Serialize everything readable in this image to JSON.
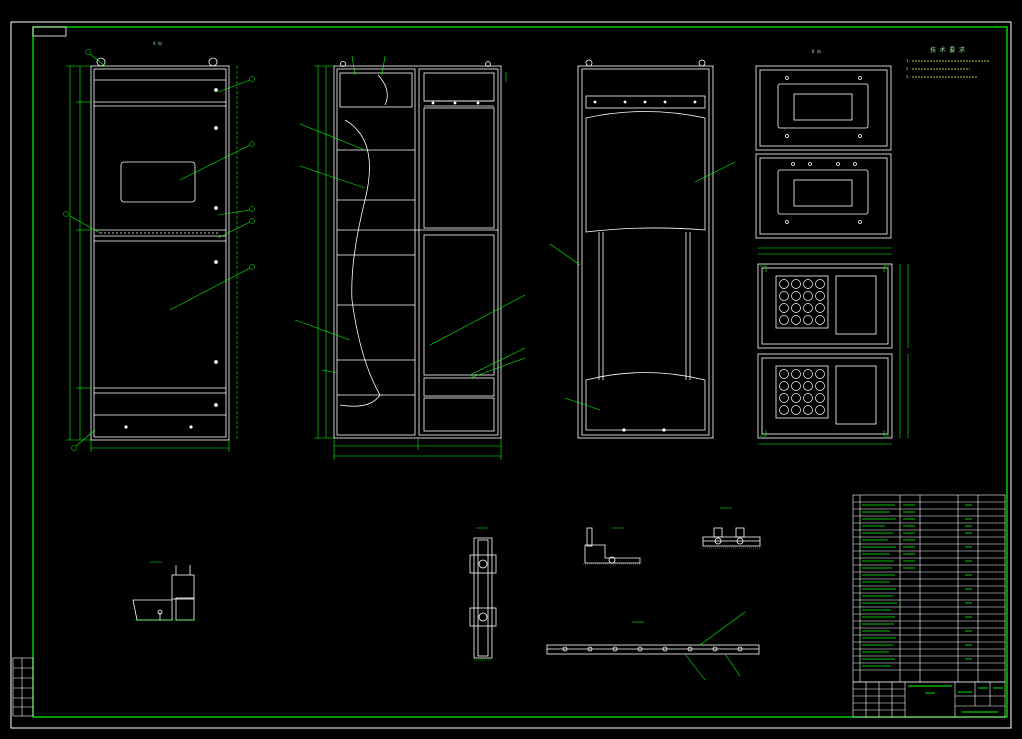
{
  "drawing": {
    "colors": {
      "background": "#000000",
      "frame": "#ffffff",
      "border": "#00ff00",
      "geometry": "#ffffff",
      "dimension": "#00ff00",
      "leader": "#00ff00",
      "text": "#9ee89e",
      "note_text": "#ffff66"
    },
    "view_labels": {
      "front": "A 向",
      "side": "",
      "top": "B 向",
      "section_1": "C-C",
      "section_2": "D-D",
      "section_3": "E-E",
      "section_4": "F-F",
      "section_5": "G"
    },
    "tech_notes": {
      "title": "技 术 要 求",
      "items": [
        "1. ",
        "2. ",
        "3. "
      ]
    },
    "title_block": {
      "drawing_no": "",
      "name": "",
      "company": ""
    }
  }
}
